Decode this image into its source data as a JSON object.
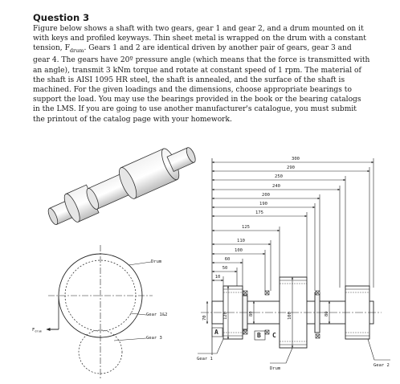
{
  "question": {
    "title": "Question 3",
    "body_part1": "Figure below shows a shaft with two gears, gear 1 and gear 2, and a drum mounted on it with keys and profiled keyways. Thin sheet metal is wrapped on the drum with a constant tension, F",
    "body_sub": "drum",
    "body_part2": ". Gears 1 and 2 are identical driven by another pair of gears, gear 3 and gear 4. The gears have 20º pressure angle (which means that the force is transmitted with an angle), transmit 3 kNm torque and rotate at constant speed of 1 rpm.  The material of the shaft is AISI 1095 HR steel, the shaft is annealed, and the surface of the shaft is machined. For the given loadings and the dimensions, choose appropriate bearings to support the load. You may use the bearings provided in the book or the bearing catalogs in the LMS. If you are going to use another manufacturer's catalogue, you must submit the printout of the catalog page with your homework."
  },
  "figure": {
    "end_view_labels": {
      "drum": "Drum",
      "gear12": "Gear 1&2",
      "gear3": "Gear 3",
      "force": "F",
      "force_sub": "drum"
    },
    "horizontal_dims": [
      "300",
      "290",
      "250",
      "240",
      "200",
      "190",
      "175",
      "125",
      "110",
      "100",
      "60",
      "50",
      "10"
    ],
    "vertical_dims": [
      "70",
      "120",
      "80",
      "100",
      "80"
    ],
    "bearing_labels": [
      "A",
      "B",
      "C"
    ],
    "part_labels": {
      "gear1": "Gear 1",
      "drum": "Drum",
      "gear2": "Gear 2"
    }
  }
}
